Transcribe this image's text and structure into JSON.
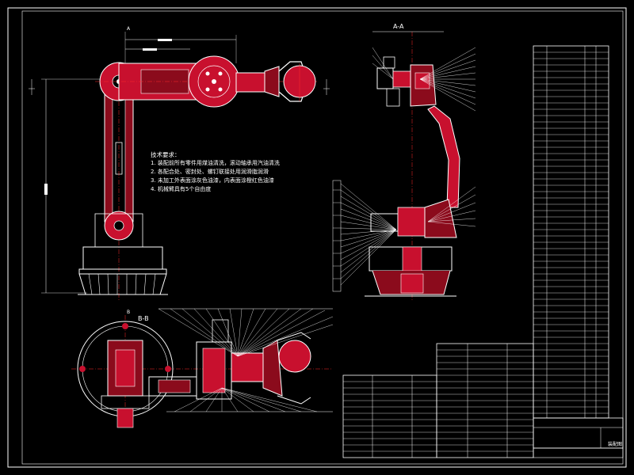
{
  "section_labels": {
    "aa": "A-A",
    "bb": "B-B",
    "a_marker": "A",
    "b_marker": "B"
  },
  "tech_notes": {
    "title": "技术要求：",
    "items": [
      "1. 装配前所有零件用煤油清洗，滚动轴承用汽油清洗",
      "2. 各配合处、密封处、螺钉联接处用润滑脂润滑",
      "3. 未加工外表面涂灰色油漆，内表面涂橙红色油漆",
      "4. 机械臂具有5个自由度"
    ]
  },
  "title_block": {
    "drawing_name": "装配图"
  },
  "colors": {
    "background": "#000000",
    "outline": "#ffffff",
    "link_fill": "#c8102e",
    "centerline": "#ff2b2b",
    "dimension": "#ffffff"
  }
}
